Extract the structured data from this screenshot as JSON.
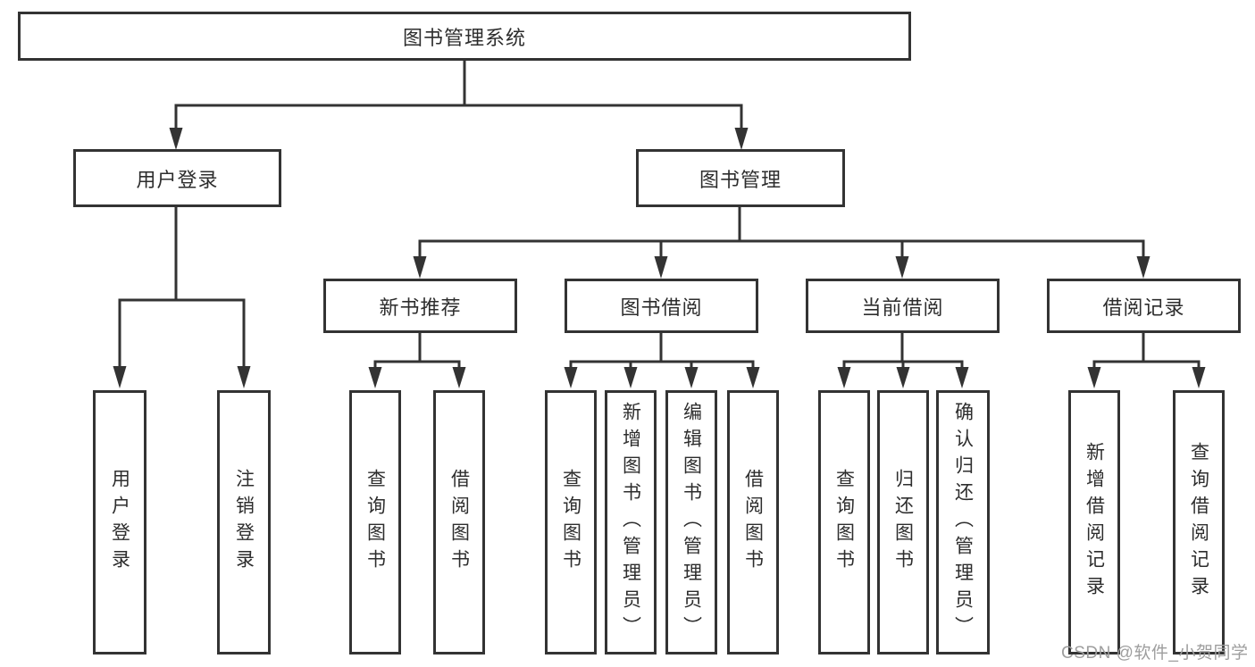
{
  "tree": {
    "label": "图书管理系统",
    "children": [
      {
        "label": "用户登录",
        "children": [
          {
            "label": "用户登录"
          },
          {
            "label": "注销登录"
          }
        ]
      },
      {
        "label": "图书管理",
        "children": [
          {
            "label": "新书推荐",
            "children": [
              {
                "label": "查询图书"
              },
              {
                "label": "借阅图书"
              }
            ]
          },
          {
            "label": "图书借阅",
            "children": [
              {
                "label": "查询图书"
              },
              {
                "label": "新增图书（管理员）"
              },
              {
                "label": "编辑图书（管理员）"
              },
              {
                "label": "借阅图书"
              }
            ]
          },
          {
            "label": "当前借阅",
            "children": [
              {
                "label": "查询图书"
              },
              {
                "label": "归还图书"
              },
              {
                "label": "确认归还（管理员）"
              }
            ]
          },
          {
            "label": "借阅记录",
            "children": [
              {
                "label": "新增借阅记录"
              },
              {
                "label": "查询借阅记录"
              }
            ]
          }
        ]
      }
    ]
  },
  "watermark": {
    "text": "CSDN @软件_小贺同学"
  },
  "colors": {
    "line": "#333333",
    "box_border": "#333333",
    "text": "#2d2d2d",
    "watermark": "#9e9e9e",
    "background": "#ffffff"
  }
}
